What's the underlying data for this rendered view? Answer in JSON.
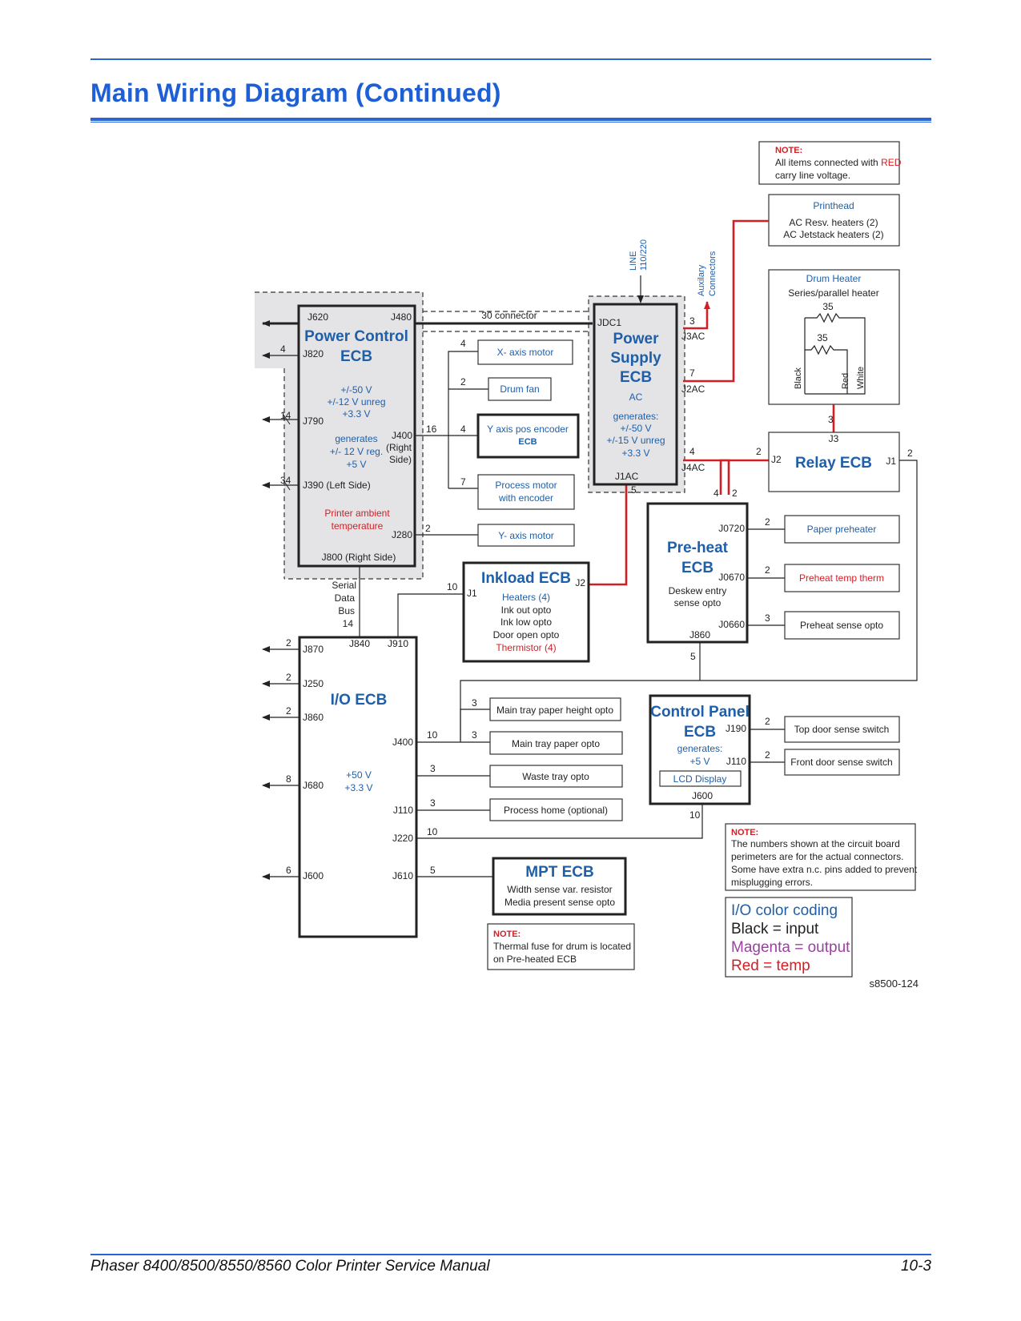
{
  "page": {
    "title": "Main Wiring Diagram (Continued)",
    "footer_left": "Phaser 8400/8500/8550/8560 Color Printer Service Manual",
    "footer_right": "10-3",
    "figure_id": "s8500-124"
  },
  "note_top": {
    "label": "NOTE:",
    "text1": "All items connected with",
    "red_word": "RED",
    "text2": "carry line voltage."
  },
  "printhead": {
    "title": "Printhead",
    "line1": "AC Resv. heaters (2)",
    "line2": "AC Jetstack heaters (2)"
  },
  "drum_heater": {
    "title": "Drum Heater",
    "subtitle": "Series/parallel heater",
    "r1": "35",
    "r2": "35",
    "wire_black": "Black",
    "wire_red": "Red",
    "wire_white": "White"
  },
  "line_label": {
    "l1": "LINE",
    "l2": "110/220"
  },
  "aux_label": {
    "l1": "Auxilary",
    "l2": "Connectors"
  },
  "power_control": {
    "title1": "Power Control",
    "title2": "ECB",
    "j620": "J620",
    "j480": "J480",
    "j820": "J820",
    "j790": "J790",
    "j390": "J390 (Left Side)",
    "j400": "J400",
    "right_side1": "(Right",
    "right_side2": "Side)",
    "j280": "J280",
    "j800": "J800 (Right Side)",
    "v1": "+/-50 V",
    "v2": "+/-12 V unreg",
    "v3": "+3.3 V",
    "gen1": "generates",
    "gen2": "+/- 12 V reg.",
    "gen3": "+5 V",
    "temp1": "Printer ambient",
    "temp2": "temperature",
    "n4": "4",
    "n14": "14",
    "n34": "34",
    "n16": "16",
    "n2": "2"
  },
  "connector30": "30 connector",
  "motors": {
    "x_axis": "X- axis motor",
    "drum_fan": "Drum fan",
    "y_enc1": "Y axis pos encoder",
    "y_enc2": "ECB",
    "process1": "Process motor",
    "process2": "with encoder",
    "y_motor": "Y- axis motor",
    "n4a": "4",
    "n2a": "2",
    "n4b": "4",
    "n7": "7"
  },
  "power_supply": {
    "title1": "Power",
    "title2": "Supply",
    "title3": "ECB",
    "ac": "AC",
    "gen": "generates:",
    "v1": "+/-50 V",
    "v2": "+/-15 V unreg",
    "v3": "+3.3 V",
    "jdc1": "JDC1",
    "j3ac": "J3AC",
    "j2ac": "J2AC",
    "j4ac": "J4AC",
    "j1ac": "J1AC",
    "n3": "3",
    "n7": "7",
    "n4": "4",
    "n5": "5"
  },
  "relay": {
    "title": "Relay ECB",
    "j2": "J2",
    "j1": "J1",
    "j3": "J3",
    "n2a": "2",
    "n2b": "2",
    "n3": "3"
  },
  "preheat": {
    "title1": "Pre-heat",
    "title2": "ECB",
    "desc1": "Deskew entry",
    "desc2": "sense opto",
    "j0720": "J0720",
    "j0670": "J0670",
    "j0660": "J0660",
    "j860": "J860",
    "n4": "4",
    "n2": "2",
    "n5": "5",
    "na": "2",
    "nb": "2",
    "nc": "3"
  },
  "preheat_items": {
    "paper": "Paper preheater",
    "temp": "Preheat temp therm",
    "opto": "Preheat sense opto"
  },
  "inkload": {
    "title": "Inkload ECB",
    "j1": "J1",
    "j2": "J2",
    "l1": "Heaters (4)",
    "l2": "Ink out opto",
    "l3": "Ink low opto",
    "l4": "Door open opto",
    "l5": "Thermistor (4)",
    "n10": "10"
  },
  "serial_bus": {
    "l1": "Serial",
    "l2": "Data",
    "l3": "Bus",
    "l4": "14"
  },
  "io": {
    "title": "I/O ECB",
    "v1": "+50 V",
    "v2": "+3.3 V",
    "j870": "J870",
    "j840": "J840",
    "j910": "J910",
    "j250": "J250",
    "j860": "J860",
    "j680": "J680",
    "j600": "J600",
    "j400": "J400",
    "j110": "J110",
    "j220": "J220",
    "j610": "J610",
    "n2a": "2",
    "n2b": "2",
    "n2c": "2",
    "n8": "8",
    "n6": "6",
    "n10a": "10",
    "n3a": "3",
    "n3b": "3",
    "n3c": "3",
    "n3d": "3",
    "n10b": "10",
    "n5": "5"
  },
  "io_items": {
    "height": "Main tray paper height opto",
    "paper": "Main tray paper opto",
    "waste": "Waste tray opto",
    "home": "Process home (optional)"
  },
  "control_panel": {
    "title1": "Control Panel",
    "title2": "ECB",
    "gen": "generates:",
    "v": "+5 V",
    "lcd": "LCD Display",
    "j190": "J190",
    "j110": "J110",
    "j600": "J600",
    "n2a": "2",
    "n2b": "2",
    "n10": "10"
  },
  "door_items": {
    "top": "Top door sense switch",
    "front": "Front door sense switch"
  },
  "mpt": {
    "title": "MPT ECB",
    "l1": "Width sense var. resistor",
    "l2": "Media present sense opto"
  },
  "note_thermal": {
    "label": "NOTE:",
    "l1": "Thermal fuse for drum is located",
    "l2": "on Pre-heated ECB"
  },
  "note_numbers": {
    "label": "NOTE:",
    "l1": "The numbers shown at the circuit board",
    "l2": "perimeters are for the actual connectors.",
    "l3": "Some have extra n.c. pins added to prevent",
    "l4": "misplugging errors."
  },
  "color_key": {
    "title": "I/O color coding",
    "black": "Black = input",
    "magenta": "Magenta = output",
    "red": "Red = temp"
  },
  "colors": {
    "accent_blue": "#1f5fd6",
    "label_blue": "#1f5fa8",
    "line_red": "#d21f26",
    "magenta": "#9b3fa0",
    "shade": "#e4e4e6"
  }
}
